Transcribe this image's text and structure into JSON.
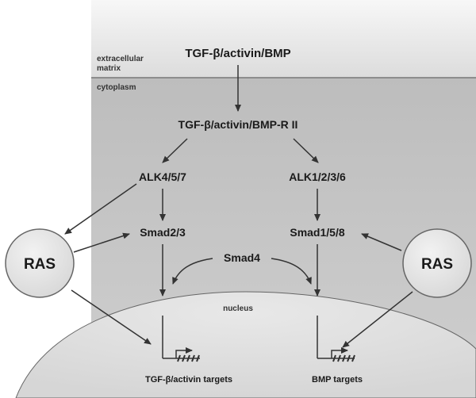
{
  "regions": {
    "extracellular": "extracellular\nmatrix",
    "cytoplasm": "cytoplasm",
    "nucleus": "nucleus"
  },
  "nodes": {
    "ligand": "TGF-β/activin/BMP",
    "receptor2": "TGF-β/activin/BMP-R II",
    "alk_left": "ALK4/5/7",
    "alk_right": "ALK1/2/3/6",
    "smad_left": "Smad2/3",
    "smad_right": "Smad1/5/8",
    "smad4": "Smad4",
    "ras_left": "RAS",
    "ras_right": "RAS"
  },
  "targets": {
    "left": "TGF-β/activin targets",
    "right": "BMP targets"
  },
  "colors": {
    "extracellular_bg": "#ececec",
    "cytoplasm_bg": "#c4c4c4",
    "nucleus_bg": "#dedede",
    "ras_fill": "#e4e4e4",
    "arrow": "#333333"
  }
}
